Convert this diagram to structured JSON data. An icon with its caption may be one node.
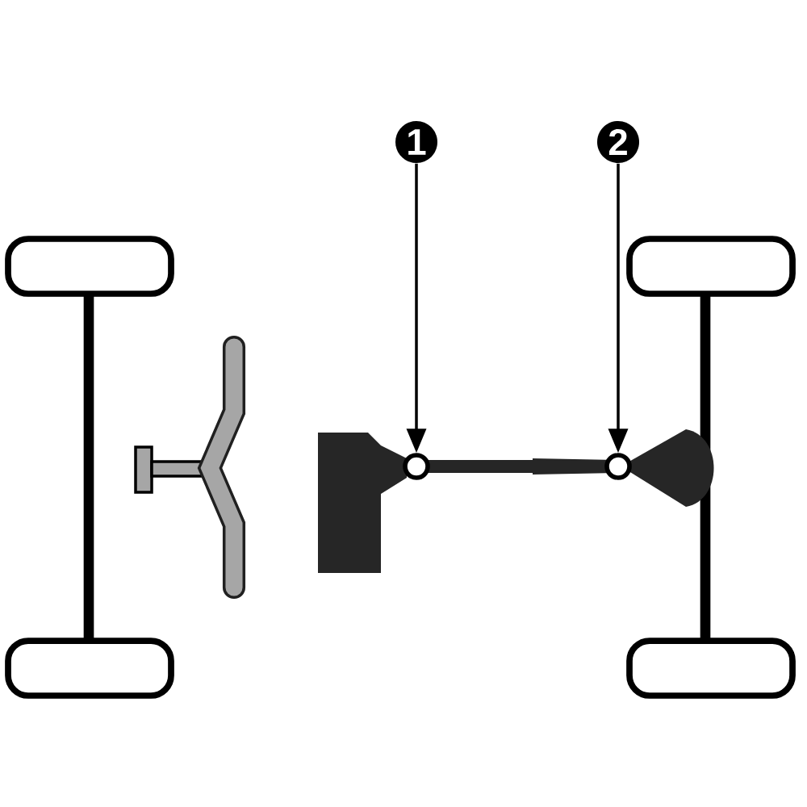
{
  "diagram": {
    "nodes": [
      {
        "text": [
          "1"
        ]
      },
      {
        "text": [
          "2"
        ]
      },
      {
        "text": [],
        "shape": "circle"
      },
      {
        "text": [],
        "shape": "circle"
      }
    ],
    "edges": [
      {
        "from": 0,
        "to": 2,
        "arrow": "to"
      },
      {
        "from": 1,
        "to": 3,
        "arrow": "to"
      }
    ]
  }
}
